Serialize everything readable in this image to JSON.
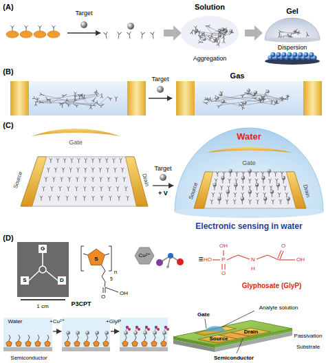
{
  "diagram": {
    "labels": [
      "(A)",
      "Target",
      "Solution",
      "Aggregation",
      "Gel",
      "Dispersion",
      "(B)",
      "Target",
      "Gas",
      "(C)",
      "Gate",
      "Source",
      "Drain",
      "Target",
      "+ V",
      "Water",
      "Gate",
      "Source",
      "Drain",
      "Electronic sensing in water",
      "(D)",
      "G",
      "S",
      "D",
      "1 cm",
      "S",
      "n",
      "5",
      "O",
      "OH",
      "P3CPT",
      "Cu²⁺",
      "≡",
      "OH",
      "HO",
      "P",
      "O",
      "N",
      "H",
      "O",
      "OH",
      "Glyphosate (GlyP)",
      "Water",
      "+Cu²⁺",
      "+GlyP",
      "Semiconductor",
      "Gate",
      "Analyte solution",
      "Semiconductor",
      "Source",
      "Drain",
      "Passivation",
      "Substrate"
    ]
  }
}
